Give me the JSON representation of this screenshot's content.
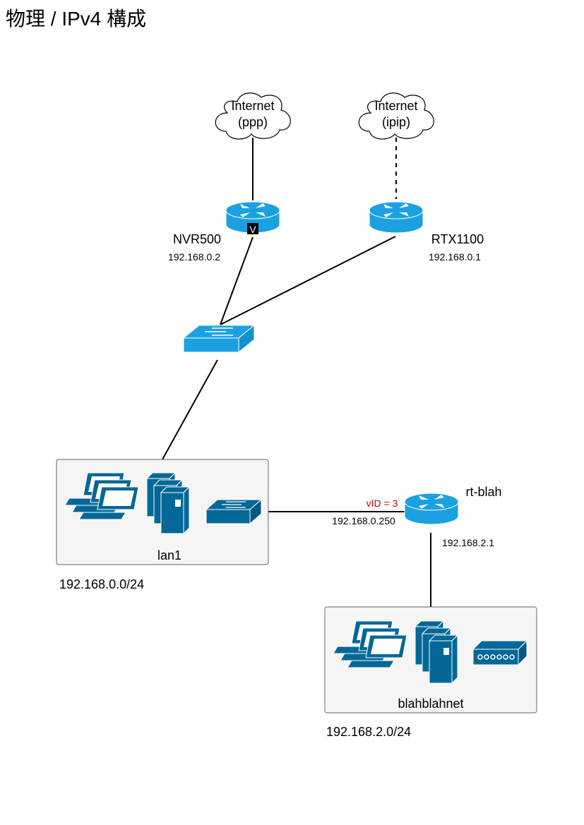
{
  "page": {
    "title": "物理 / IPv4 構成"
  },
  "clouds": [
    {
      "id": "internet-ppp",
      "line1": "Internet",
      "line2": "(ppp)"
    },
    {
      "id": "internet-ipip",
      "line1": "Internet",
      "line2": "(ipip)"
    }
  ],
  "routers": {
    "nvr500": {
      "name": "NVR500",
      "ip": "192.168.0.2",
      "badge": "V"
    },
    "rtx1100": {
      "name": "RTX1100",
      "ip": "192.168.0.1"
    },
    "rt_blah": {
      "name": "rt-blah",
      "vlan": "vID = 3",
      "ip_lan": "192.168.0.250",
      "ip_net": "192.168.2.1"
    }
  },
  "groups": {
    "lan1": {
      "label": "lan1",
      "subnet": "192.168.0.0/24"
    },
    "blahblahnet": {
      "label": "blahblahnet",
      "subnet": "192.168.2.0/24"
    }
  },
  "icons": {
    "router": "router-icon",
    "switch": "switch-icon",
    "workstation": "workstation-icon",
    "servers": "server-rack-icon",
    "modem": "modem-icon",
    "cloud": "cloud-icon"
  },
  "colors": {
    "device_blue": "#1ba1e2",
    "device_dark": "#036897",
    "vlan_red": "#cc0000",
    "group_fill": "#f5f5f5",
    "group_border": "#666666"
  }
}
